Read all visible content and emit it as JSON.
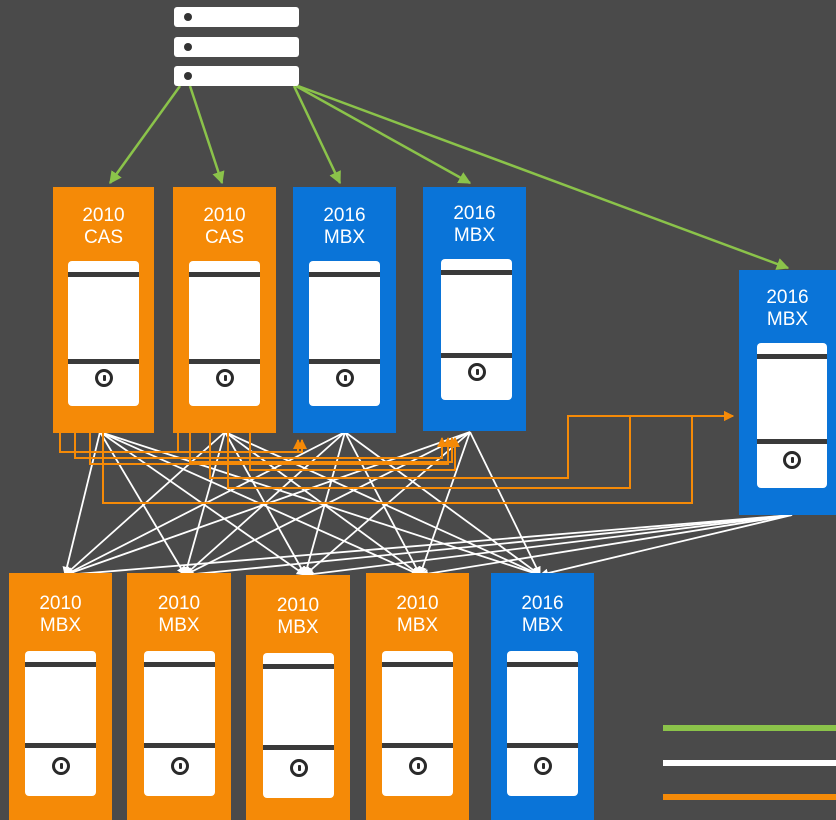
{
  "colors": {
    "orange": "#f58a07",
    "blue": "#0a74d8",
    "green": "#8bc34a",
    "white": "#ffffff",
    "orange_line": "#f58a07"
  },
  "icons": [
    "server-rack-icon",
    "server-icon",
    "power-button-icon"
  ],
  "top_row": [
    {
      "version": "2010",
      "role": "CAS",
      "color": "orange"
    },
    {
      "version": "2010",
      "role": "CAS",
      "color": "orange"
    },
    {
      "version": "2016",
      "role": "MBX",
      "color": "blue"
    },
    {
      "version": "2016",
      "role": "MBX",
      "color": "blue"
    },
    {
      "version": "2016",
      "role": "MBX",
      "color": "blue"
    }
  ],
  "bottom_row": [
    {
      "version": "2010",
      "role": "MBX",
      "color": "orange"
    },
    {
      "version": "2010",
      "role": "MBX",
      "color": "orange"
    },
    {
      "version": "2010",
      "role": "MBX",
      "color": "orange"
    },
    {
      "version": "2010",
      "role": "MBX",
      "color": "orange"
    },
    {
      "version": "2016",
      "role": "MBX",
      "color": "blue"
    }
  ],
  "legend": [
    {
      "color": "green"
    },
    {
      "color": "white"
    },
    {
      "color": "orange"
    }
  ]
}
